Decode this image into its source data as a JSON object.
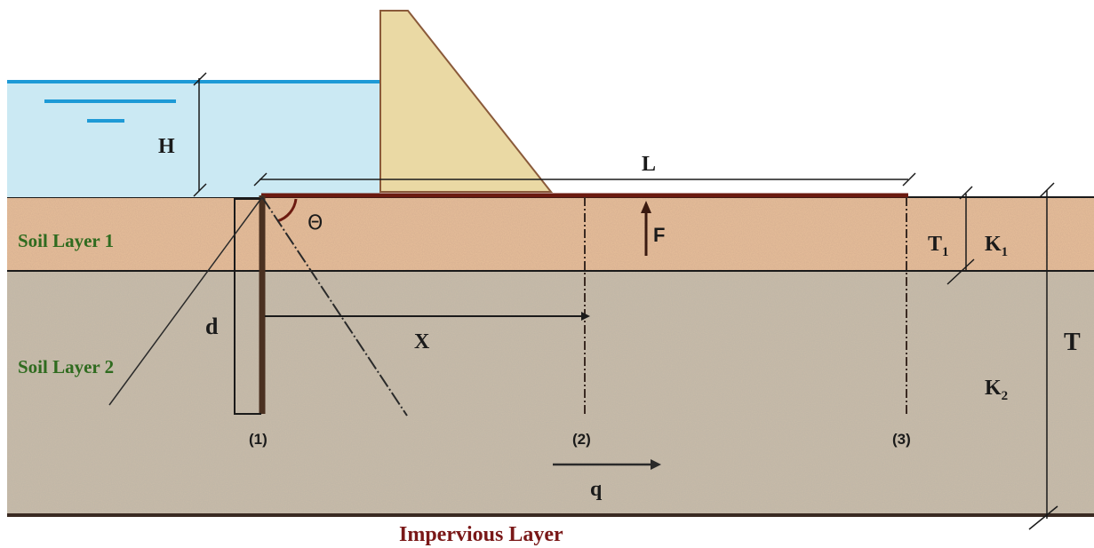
{
  "labels": {
    "H": "H",
    "L": "L",
    "theta": "Θ",
    "F": "F",
    "T1": "T",
    "T1_sub": "1",
    "K1": "K",
    "K1_sub": "1",
    "K2": "K",
    "K2_sub": "2",
    "T": "T",
    "d": "d",
    "X": "X",
    "q": "q",
    "layer1": "Soil Layer 1",
    "layer2": "Soil Layer 2",
    "cut1": "(1)",
    "cut2": "(2)",
    "cut3": "(3)",
    "impervious": "Impervious Layer"
  },
  "colors": {
    "water": "#cbe9f3",
    "water_line": "#1e9ad6",
    "dam": "#ead9a4",
    "dam_edge": "#8a5a3a",
    "layer1": "#e9c09a",
    "layer2": "#c9bca8",
    "apron": "#6b1a10",
    "impervious_text": "#7a1818"
  }
}
